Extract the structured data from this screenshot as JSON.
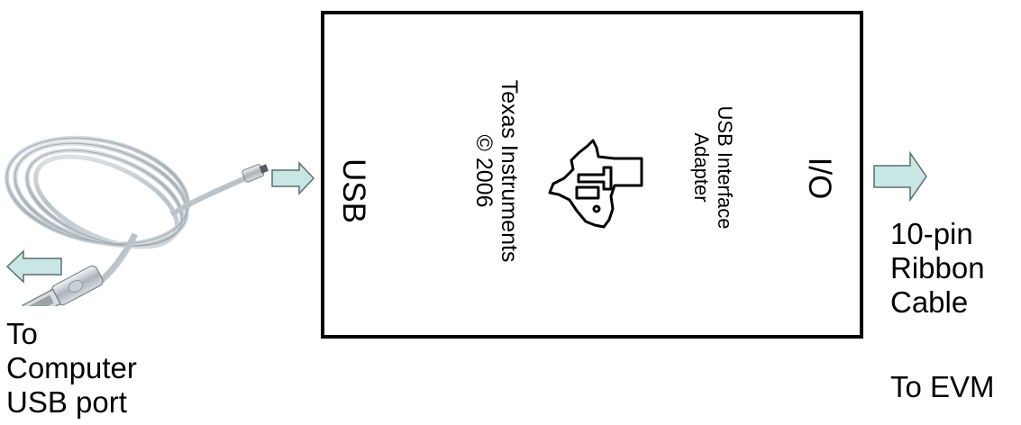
{
  "left": {
    "cable_icon": "usb-cable-icon",
    "destination_lines": [
      "To",
      "Computer",
      "USB port"
    ]
  },
  "box": {
    "usb_label": "USB",
    "io_label": "I/O",
    "copyright_lines": [
      "Texas Instruments",
      "© 2006"
    ],
    "adapter_lines": [
      "USB Interface",
      "Adapter"
    ],
    "logo_icon": "texas-instruments-logo"
  },
  "right": {
    "cable_lines": [
      "10-pin",
      "Ribbon",
      "Cable"
    ],
    "destination": "To EVM"
  },
  "colors": {
    "arrow_fill": "#c8e6e4",
    "arrow_stroke": "#5a6e70",
    "box_border": "#000000"
  }
}
